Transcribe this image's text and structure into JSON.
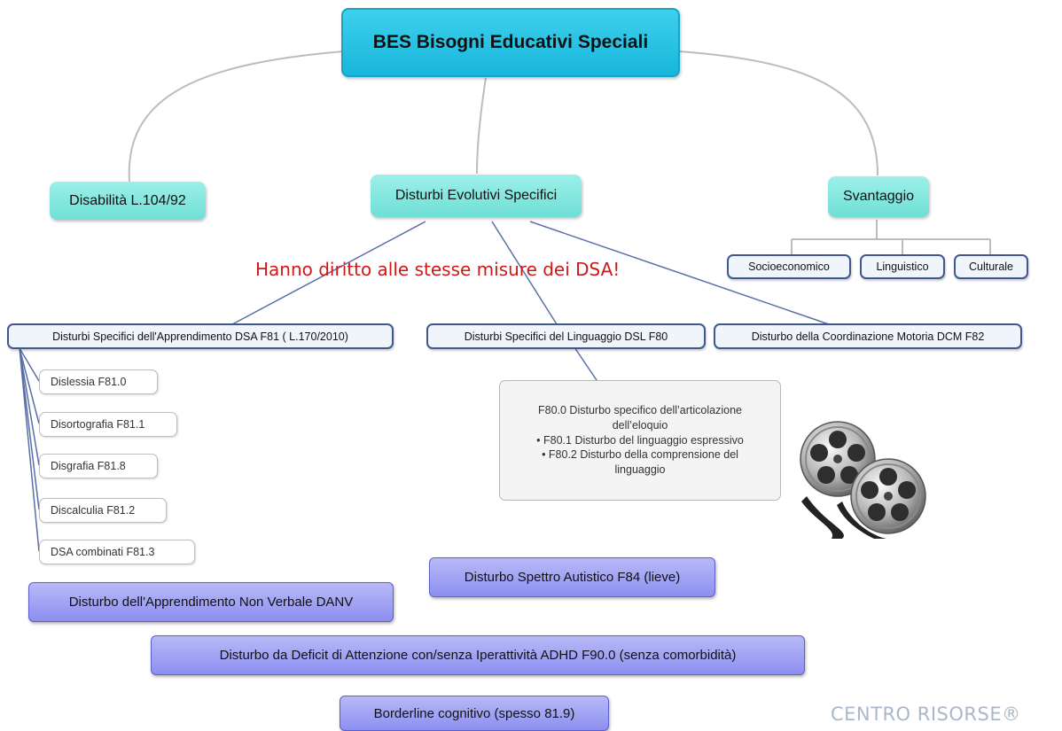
{
  "root": {
    "label": "BES  Bisogni Educativi Speciali"
  },
  "categories": {
    "disabilita": "Disabilità L.104/92",
    "evolutivi": "Disturbi Evolutivi Specifici",
    "svantaggio": "Svantaggio"
  },
  "svantaggio_types": [
    "Socioeconomico",
    "Linguistico",
    "Culturale"
  ],
  "annotation": "Hanno diritto alle stesse misure dei DSA!",
  "disorders": {
    "dsa": "Disturbi Specifici dell'Apprendimento DSA F81 ( L.170/2010)",
    "dsl": "Disturbi Specifici del Linguaggio DSL F80",
    "dcm": "Disturbo della Coordinazione Motoria DCM F82"
  },
  "dsa_types": [
    "Dislessia F81.0",
    "Disortografia F81.1",
    "Disgrafia F81.8",
    "Discalculia F81.2",
    "DSA combinati F81.3"
  ],
  "dsl_note": [
    "F80.0 Disturbo specifico dell’articolazione",
    "dell’eloquio",
    "• F80.1 Disturbo del linguaggio espressivo",
    "• F80.2 Disturbo della comprensione del",
    "linguaggio"
  ],
  "others": {
    "danv": "Disturbo dell'Apprendimento Non Verbale DANV",
    "autistico": "Disturbo Spettro Autistico F84 (lieve)",
    "adhd": "Disturbo da Deficit di Attenzione con/senza Iperattività ADHD F90.0 (senza comorbidità)",
    "borderline": "Borderline cognitivo (spesso 81.9)"
  },
  "watermark": "CENTRO RISORSE®",
  "icons": {
    "film": "film-reel-icon"
  },
  "colors": {
    "root": "#1fb9de",
    "teal": "#7fe5dc",
    "blue_box": "#9c9ef2",
    "annotation": "#d01818",
    "link": "#bcbcbc",
    "dsa_link": "#5a6fa8"
  }
}
